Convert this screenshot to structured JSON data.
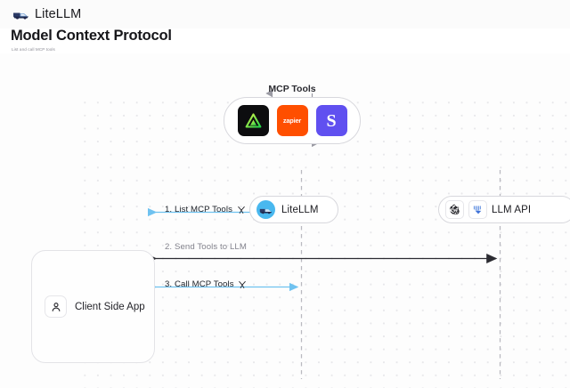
{
  "brand": {
    "name": "LiteLLM",
    "logo_icon": "truck-icon"
  },
  "header": {
    "title": "Model Context Protocol",
    "subtitle": "List and call MCP tools"
  },
  "diagram": {
    "mcp_group": {
      "label": "MCP Tools",
      "tools": [
        {
          "name": "apify-tool",
          "icon": "apify-triangle-icon",
          "bg": "#0d0d0f",
          "fg": "#8cf24a"
        },
        {
          "name": "zapier-tool",
          "icon": "zapier-wordmark-icon",
          "bg": "#ff4f00",
          "fg": "#ffffff",
          "text": "zapier"
        },
        {
          "name": "stripe-tool",
          "icon": "stripe-s-icon",
          "bg": "#6050f0",
          "fg": "#ffffff",
          "text": "S"
        }
      ]
    },
    "litellm_node": {
      "label": "LiteLLM",
      "icon": "litellm-avatar-icon"
    },
    "llm_api_node": {
      "label": "LLM API",
      "icons": [
        "openai-icon",
        "anthropic-icon"
      ]
    },
    "client_node": {
      "label": "Client Side App",
      "icon": "user-icon"
    },
    "steps": [
      {
        "id": "step-1",
        "text": "1. List MCP Tools",
        "icon": "wrench-icon",
        "color": "#6fc2f0",
        "style": "blue"
      },
      {
        "id": "step-2",
        "text": "2. Send Tools to LLM",
        "icon": "",
        "color": "#2c2c32",
        "style": "gray"
      },
      {
        "id": "step-3",
        "text": "3. Call MCP Tools",
        "icon": "wrench-icon",
        "color": "#6fc2f0",
        "style": "blue"
      }
    ]
  },
  "colors": {
    "accent_blue": "#6fc2f0",
    "dark_arrow": "#2c2c32",
    "lifeline": "#b9b9c0",
    "canvas_bg": "#fdfdfd",
    "dot_grid": "#e7e7ea"
  }
}
